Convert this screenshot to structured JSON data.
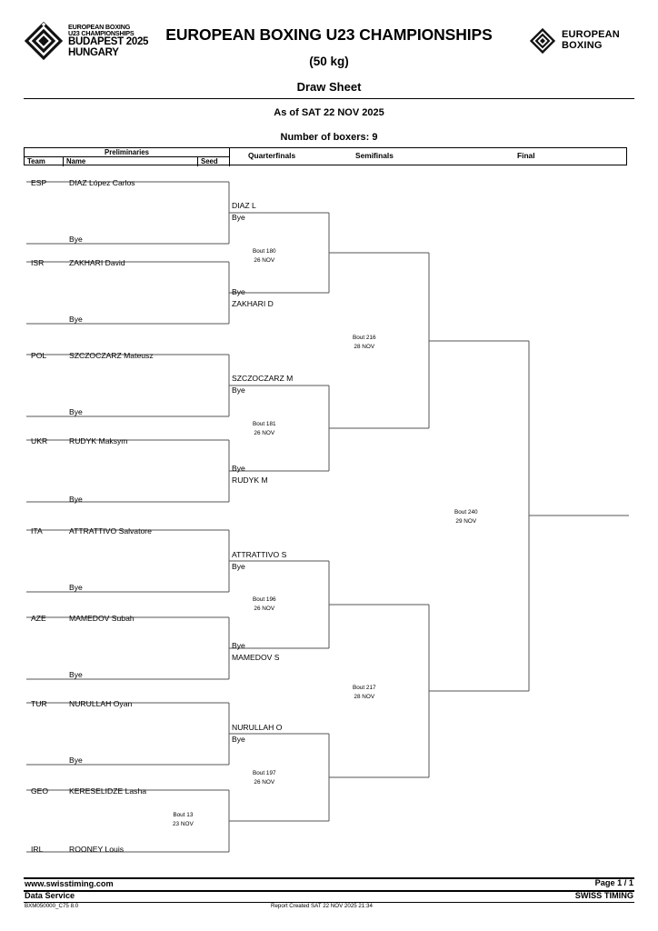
{
  "header": {
    "event_logo": {
      "line1": "EUROPEAN BOXING",
      "line2": "U23 CHAMPIONSHIPS",
      "line3": "BUDAPEST 2025",
      "line4": "HUNGARY"
    },
    "org_logo": {
      "line1": "EUROPEAN",
      "line2": "BOXING"
    },
    "title": "EUROPEAN BOXING U23 CHAMPIONSHIPS",
    "weight_class": "(50 kg)",
    "document_type": "Draw Sheet",
    "as_of": "As of SAT 22 NOV 2025",
    "boxer_count": "Number of boxers: 9"
  },
  "columns": {
    "preliminaries": "Preliminaries",
    "team": "Team",
    "name": "Name",
    "seed": "Seed",
    "quarterfinals": "Quarterfinals",
    "semifinals": "Semifinals",
    "final": "Final"
  },
  "bracket": {
    "preliminaries": [
      {
        "team": "ESP",
        "name": "DIAZ López Carlos",
        "seed": "",
        "opponent": "Bye"
      },
      {
        "team": "ISR",
        "name": "ZAKHARI David",
        "seed": "",
        "opponent": "Bye"
      },
      {
        "team": "POL",
        "name": "SZCZOCZARZ Mateusz",
        "seed": "",
        "opponent": "Bye"
      },
      {
        "team": "UKR",
        "name": "RUDYK Maksym",
        "seed": "",
        "opponent": "Bye"
      },
      {
        "team": "ITA",
        "name": "ATTRATTIVO Salvatore",
        "seed": "",
        "opponent": "Bye"
      },
      {
        "team": "AZE",
        "name": "MAMEDOV Subah",
        "seed": "",
        "opponent": "Bye"
      },
      {
        "team": "TUR",
        "name": "NURULLAH Oyan",
        "seed": "",
        "opponent": "Bye"
      },
      {
        "team": "GEO",
        "name": "KERESELIDZE Lasha",
        "seed": "",
        "opponent": ""
      },
      {
        "team": "IRL",
        "name": "ROONEY Louis",
        "seed": "",
        "opponent": ""
      }
    ],
    "prelim_bout": {
      "number": "Bout  13",
      "date": "23 NOV"
    },
    "quarterfinals": [
      {
        "top": "DIAZ L",
        "bottom": "Bye",
        "feed_top": "Bye",
        "feed_bottom": "ZAKHARI D",
        "number": "Bout  180",
        "date": "26 NOV"
      },
      {
        "top": "SZCZOCZARZ M",
        "bottom": "Bye",
        "feed_top": "Bye",
        "feed_bottom": "RUDYK M",
        "number": "Bout  181",
        "date": "26 NOV"
      },
      {
        "top": "ATTRATTIVO S",
        "bottom": "Bye",
        "feed_top": "Bye",
        "feed_bottom": "MAMEDOV S",
        "number": "Bout  196",
        "date": "26 NOV"
      },
      {
        "top": "NURULLAH O",
        "bottom": "Bye",
        "feed_top": "",
        "feed_bottom": "",
        "number": "Bout  197",
        "date": "26 NOV"
      }
    ],
    "semifinals": [
      {
        "number": "Bout  216",
        "date": "28 NOV"
      },
      {
        "number": "Bout  217",
        "date": "28 NOV"
      }
    ],
    "final": {
      "number": "Bout  240",
      "date": "29 NOV"
    }
  },
  "footer": {
    "website": "www.swisstiming.com",
    "data_service": "Data Service",
    "doc_code": "BXM050000_C75 8.0",
    "report_created": "Report Created  SAT 22 NOV 2025 21:34",
    "page": "Page 1 / 1",
    "brand": "SWISS TIMING"
  },
  "colors": {
    "line": "#555555",
    "text": "#000000",
    "background": "#ffffff"
  }
}
